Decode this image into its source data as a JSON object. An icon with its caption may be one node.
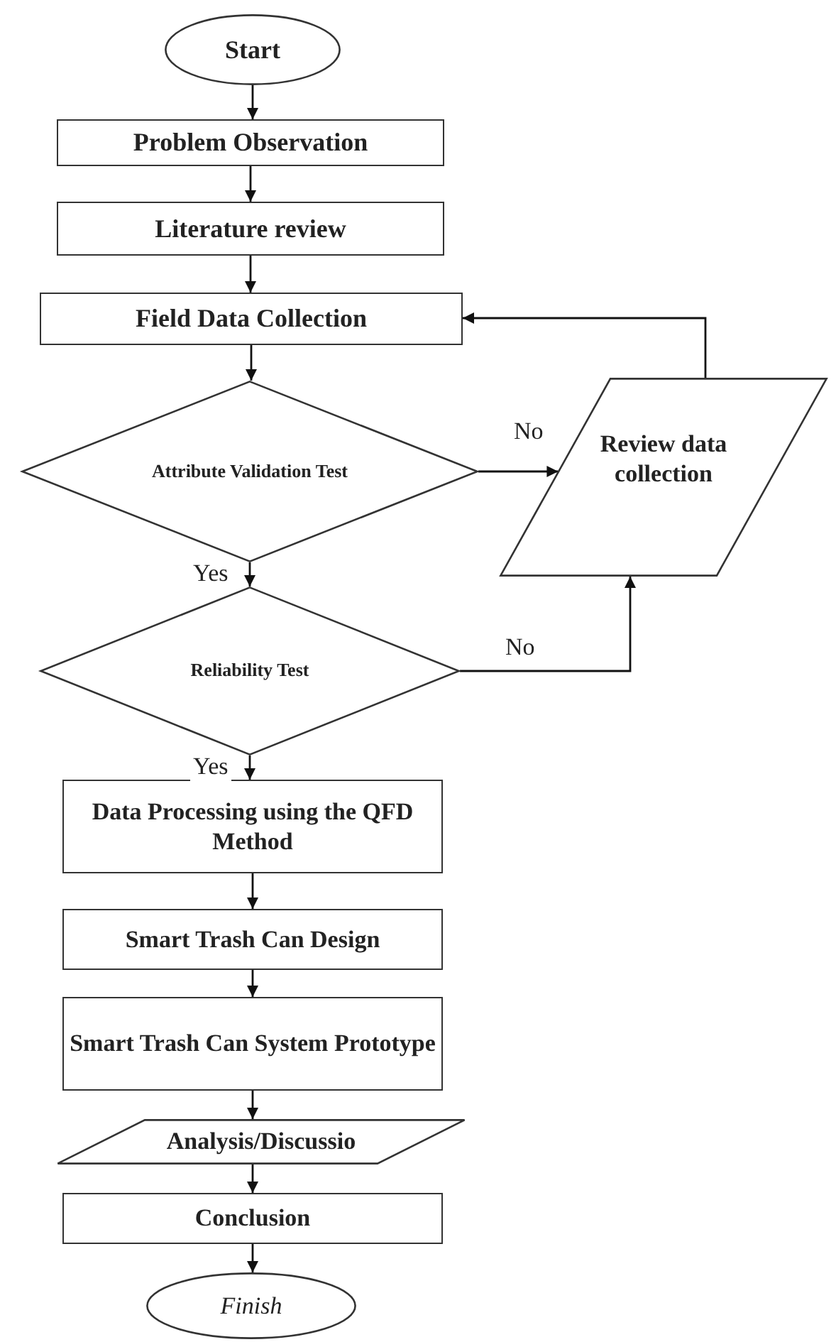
{
  "diagram": {
    "nodes": [
      {
        "text": [
          "Start"
        ]
      },
      {
        "text": [
          "Problem Observation"
        ]
      },
      {
        "text": [
          "Literature review"
        ]
      },
      {
        "text": [
          "Field Data Collection"
        ]
      },
      {
        "text": [
          "Attribute Validation Test"
        ]
      },
      {
        "text": [
          "Review data collection"
        ]
      },
      {
        "text": [
          "Reliability Test"
        ]
      },
      {
        "text": [
          "Data Processing using the QFD Method"
        ]
      },
      {
        "text": [
          "Smart Trash Can Design"
        ]
      },
      {
        "text": [
          "Smart Trash Can System Prototype"
        ]
      },
      {
        "text": [
          "Analysis/Discussio"
        ]
      },
      {
        "text": [
          "Conclusion"
        ]
      },
      {
        "text": [
          "Finish"
        ]
      }
    ],
    "edges": [
      {
        "from": 0,
        "to": 1,
        "arrow": "to"
      },
      {
        "from": 1,
        "to": 2,
        "arrow": "to"
      },
      {
        "from": 2,
        "to": 3,
        "arrow": "to"
      },
      {
        "from": 3,
        "to": 4,
        "arrow": "to"
      },
      {
        "from": 4,
        "to": 5,
        "arrow": "to",
        "label": "No"
      },
      {
        "from": 4,
        "to": 6,
        "arrow": "to",
        "label": "Yes"
      },
      {
        "from": 6,
        "to": 5,
        "arrow": "to",
        "label": "No"
      },
      {
        "from": 5,
        "to": 3,
        "arrow": "to"
      },
      {
        "from": 6,
        "to": 7,
        "arrow": "to",
        "label": "Yes"
      },
      {
        "from": 7,
        "to": 8,
        "arrow": "to"
      },
      {
        "from": 8,
        "to": 9,
        "arrow": "to"
      },
      {
        "from": 9,
        "to": 10,
        "arrow": "to"
      },
      {
        "from": 10,
        "to": 11,
        "arrow": "to"
      },
      {
        "from": 11,
        "to": 12,
        "arrow": "to"
      }
    ]
  }
}
